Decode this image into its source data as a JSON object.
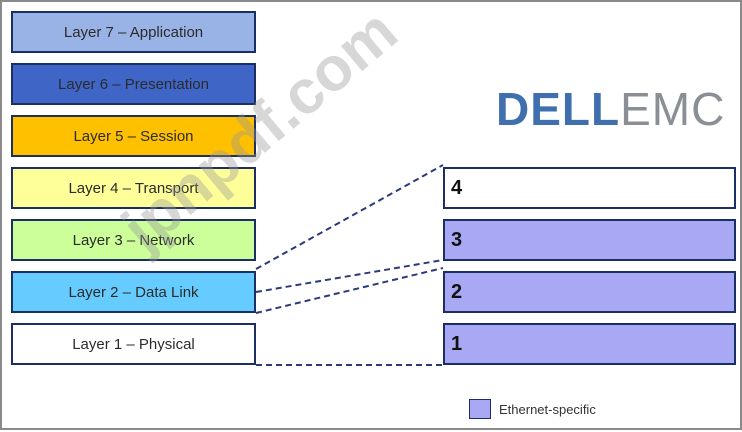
{
  "osi_layers": [
    {
      "label": "Layer 7 – Application",
      "color": "#99b3e6"
    },
    {
      "label": "Layer 6 – Presentation",
      "color": "#3f66c7"
    },
    {
      "label": "Layer 5 – Session",
      "color": "#ffc000"
    },
    {
      "label": "Layer 4 – Transport",
      "color": "#ffff99"
    },
    {
      "label": "Layer 3 – Network",
      "color": "#ccff99"
    },
    {
      "label": "Layer 2 – Data Link",
      "color": "#66ccff"
    },
    {
      "label": "Layer 1 – Physical",
      "color": "#ffffff"
    }
  ],
  "ethernet_layers": [
    {
      "label": "4",
      "color": "#ffffff"
    },
    {
      "label": "3",
      "color": "#a9a8f4"
    },
    {
      "label": "2",
      "color": "#a9a8f4"
    },
    {
      "label": "1",
      "color": "#a9a8f4"
    }
  ],
  "brand": {
    "part1": "DELL",
    "part2": "EMC"
  },
  "watermark": "jpnpdf.com",
  "legend": {
    "label": "Ethernet-specific",
    "color": "#a9a8f4"
  }
}
